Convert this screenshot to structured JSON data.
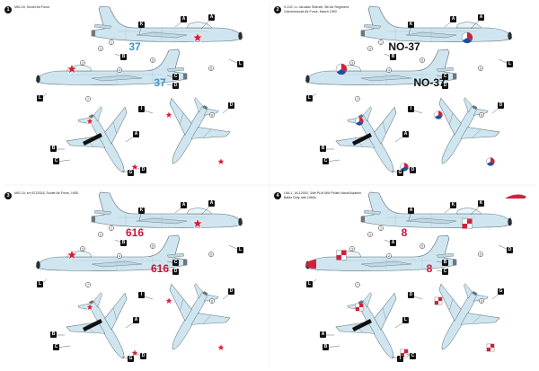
{
  "quadrants": [
    {
      "number": "1",
      "caption": [
        "MiG-15, Soviet Air Force."
      ],
      "side_code": "37",
      "code_color": "#3b93c9",
      "insignia": "red-star",
      "views": [
        "left-side",
        "right-side",
        "underside",
        "topside"
      ],
      "callouts": [
        "A",
        "K",
        "A",
        "B",
        "C",
        "D",
        "L",
        "L",
        "A",
        "B",
        "C",
        "D",
        "I",
        "G",
        "D"
      ],
      "stencils": [
        "1",
        "2",
        "3",
        "4",
        "5",
        "6",
        "7",
        "8"
      ]
    },
    {
      "number": "2",
      "caption": [
        "S-102, Lt. Jaroslav Šrámek, 5th Air Regiment,",
        "Czechoslovak Air Force, March 1953"
      ],
      "side_code": "NO-37",
      "code_color": "#111111",
      "insignia": "czech-roundel",
      "views": [
        "left-side",
        "right-side",
        "underside",
        "topside"
      ],
      "callouts": [
        "A",
        "K",
        "A",
        "B",
        "C",
        "D",
        "L",
        "L",
        "A",
        "B",
        "C",
        "D",
        "I",
        "G",
        "D"
      ],
      "stencils": [
        "1",
        "2",
        "3",
        "4",
        "5",
        "6",
        "7",
        "8"
      ]
    },
    {
      "number": "3",
      "caption": [
        "MiG-15, s/n 6715316, Soviet Air Force, 1950."
      ],
      "side_code": "616",
      "code_color": "#c8143c",
      "insignia": "red-star",
      "views": [
        "left-side",
        "right-side",
        "underside",
        "topside"
      ],
      "callouts": [
        "A",
        "K",
        "A",
        "B",
        "C",
        "D",
        "L",
        "L",
        "A",
        "B",
        "C",
        "D",
        "I",
        "G",
        "D"
      ],
      "stencils": [
        "1",
        "2",
        "3",
        "4",
        "5",
        "6",
        "7",
        "8"
      ]
    },
    {
      "number": "4",
      "caption": [
        "LIM-1, 1A-12003, 34th PLM MW Polish Naval Aviation",
        "Babie Doły, late 1960s."
      ],
      "side_code": "8",
      "code_color": "#c8143c",
      "insignia": "polish-checker",
      "views": [
        "left-side",
        "right-side",
        "underside",
        "topside"
      ],
      "callouts": [
        "K",
        "A",
        "K",
        "A",
        "B",
        "C",
        "D",
        "L",
        "L",
        "A",
        "B",
        "C",
        "D",
        "I",
        "G",
        "D"
      ],
      "stencils": [
        "1",
        "2",
        "3",
        "4",
        "5",
        "6",
        "7",
        "8"
      ]
    }
  ],
  "colors": {
    "airframe": "#cfe6f0",
    "outline": "#5a6a72",
    "callout_bg": "#111111",
    "red": "#d3203a",
    "czech_blue": "#1d4fa0"
  }
}
